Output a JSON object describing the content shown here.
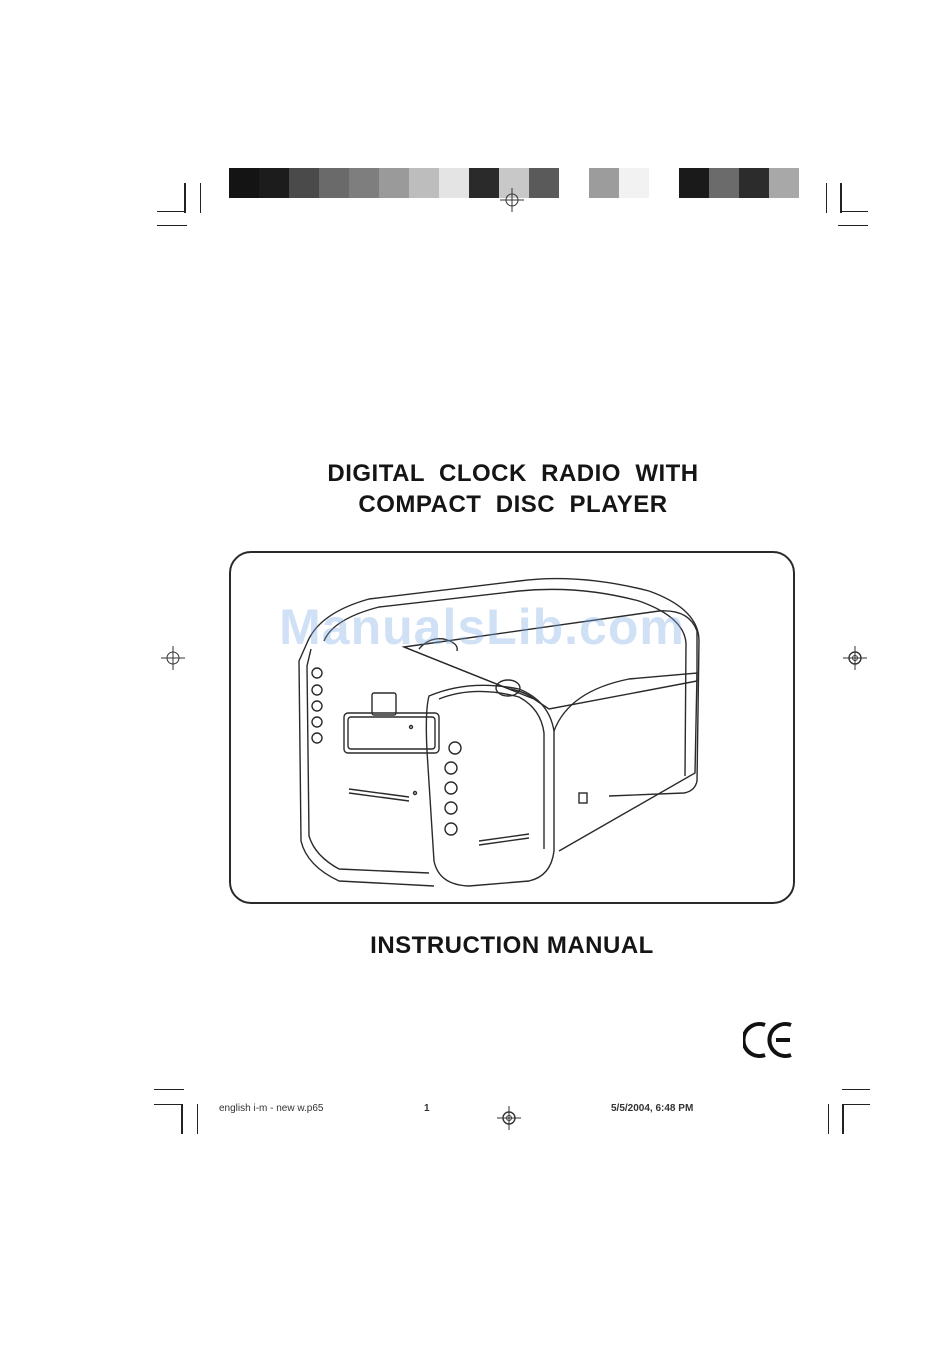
{
  "document": {
    "title_line1": "DIGITAL  CLOCK  RADIO  WITH",
    "title_line2": "COMPACT  DISC  PLAYER",
    "subtitle": "INSTRUCTION  MANUAL",
    "watermark": "ManualsLib.com",
    "certification_mark": "CE",
    "product_illustration": "cd-clock-radio-illustration"
  },
  "footer": {
    "filename": "english i-m - new w.p65",
    "page_number": "1",
    "timestamp": "5/5/2004, 6:48 PM"
  },
  "print_marks": {
    "color_bar": [
      "#141414",
      "#1c1c1c",
      "#4a4a4a",
      "#6a6a6a",
      "#7e7e7e",
      "#9a9a9a",
      "#bdbdbd",
      "#e4e4e4",
      "#2a2a2a",
      "#c8c8c8",
      "#5a5a5a",
      "#ffffff",
      "#9c9c9c",
      "#f2f2f2",
      "#ffffff",
      "#1a1a1a",
      "#6b6b6b",
      "#2c2c2c",
      "#a8a8a8"
    ]
  }
}
